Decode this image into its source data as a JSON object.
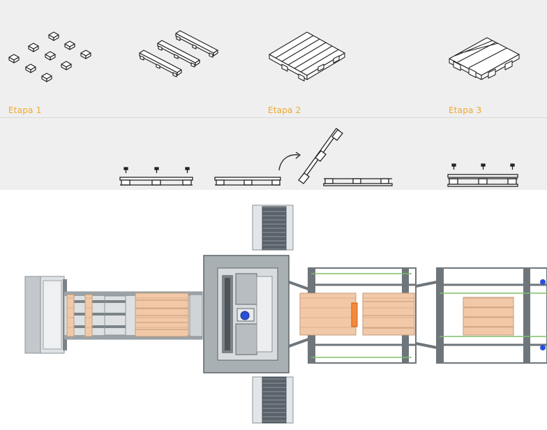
{
  "stages": [
    {
      "label": "Etapa 1"
    },
    {
      "label": "Etapa 2"
    },
    {
      "label": "Etapa 3"
    }
  ],
  "colors": {
    "accent": "#f0a92b",
    "panel": "#efefef",
    "wood": "#f1c9a8",
    "wood_dark": "#d4a47e",
    "frame": "#6e767c",
    "frame_light": "#c9ced1",
    "rail_green": "#7fbf6a",
    "motor_blue": "#2c4fd8"
  }
}
